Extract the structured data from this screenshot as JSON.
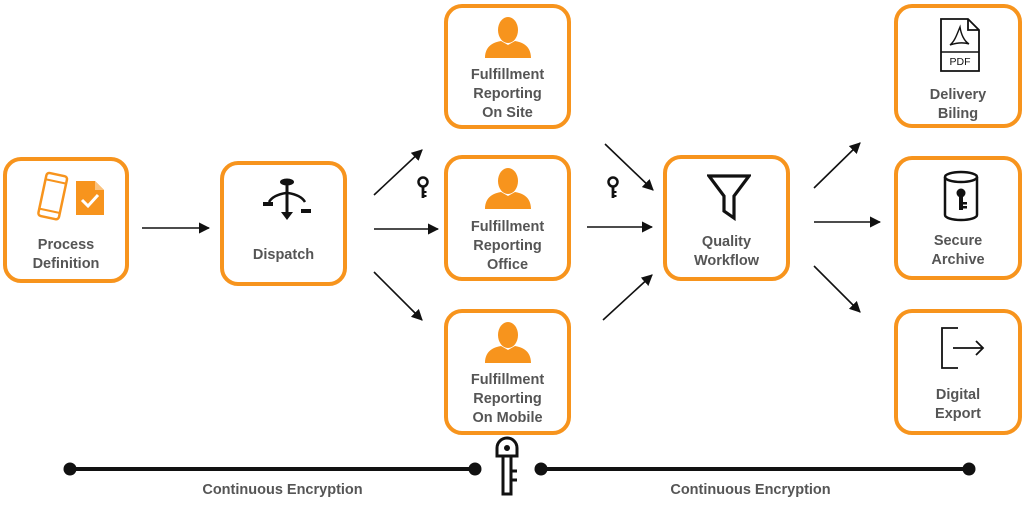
{
  "nodes": {
    "process": {
      "line1": "Process",
      "line2": "Definition"
    },
    "dispatch": {
      "line1": "Dispatch"
    },
    "onsite": {
      "line1": "Fulfillment",
      "line2": "Reporting",
      "line3": "On Site"
    },
    "office": {
      "line1": "Fulfillment",
      "line2": "Reporting",
      "line3": "Office"
    },
    "mobile": {
      "line1": "Fulfillment",
      "line2": "Reporting",
      "line3": "On Mobile"
    },
    "quality": {
      "line1": "Quality",
      "line2": "Workflow"
    },
    "delivery": {
      "line1": "Delivery",
      "line2": "Biling",
      "icon_text": "PDF"
    },
    "archive": {
      "line1": "Secure",
      "line2": "Archive"
    },
    "export": {
      "line1": "Digital",
      "line2": "Export"
    }
  },
  "encryption": {
    "left_label": "Continuous Encryption",
    "right_label": "Continuous Encryption"
  },
  "icons": {
    "process": [
      "smartphone-icon",
      "checked-document-icon"
    ],
    "dispatch": "dispatch-icon",
    "person": "person-icon",
    "quality": "funnel-icon",
    "delivery": "pdf-file-icon",
    "archive": "secure-database-icon",
    "export": "export-icon",
    "key": "key-icon"
  },
  "colors": {
    "accent": "#f7941d",
    "text": "#555555",
    "line": "#111111"
  }
}
